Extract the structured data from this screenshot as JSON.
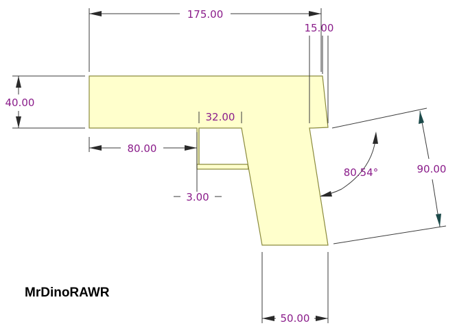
{
  "drawing": {
    "author_label": "MrDinoRAWR",
    "dimensions": {
      "overall_width": "175.00",
      "top_offset": "15.00",
      "height": "40.00",
      "slot_width": "32.00",
      "left_length": "80.00",
      "rib_thickness": "3.00",
      "angle": "80.54°",
      "leg_height": "90.00",
      "bottom_width": "50.00"
    },
    "colors": {
      "part_fill": "#ffffcc",
      "part_edge": "#8a8a3c",
      "dimension_text": "#8a1c8a",
      "dimension_line": "#3a3a3a"
    }
  }
}
